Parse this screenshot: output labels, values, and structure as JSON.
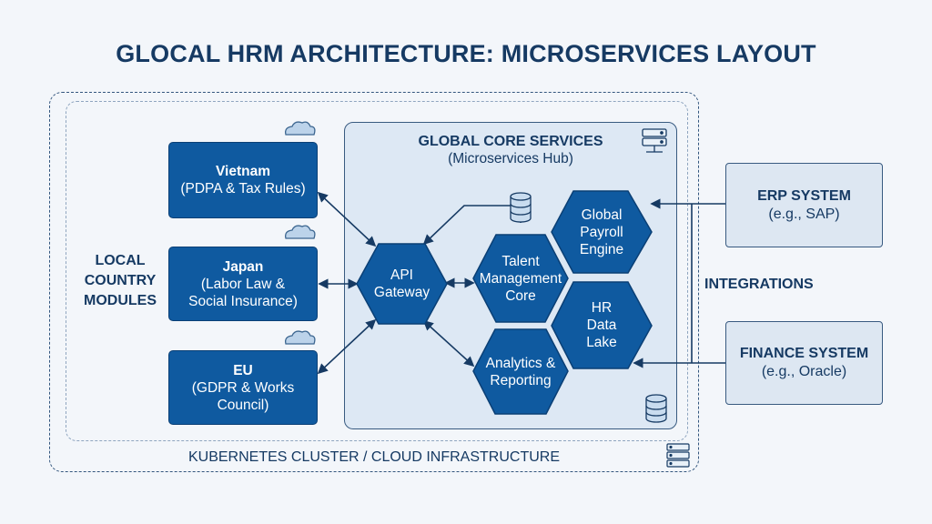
{
  "title": "GLOCAL HRM ARCHITECTURE: MICROSERVICES LAYOUT",
  "core": {
    "title": "GLOBAL CORE SERVICES",
    "subtitle": "(Microservices Hub)"
  },
  "local_label": [
    "LOCAL",
    "COUNTRY",
    "MODULES"
  ],
  "countries": [
    {
      "name": "Vietnam",
      "detail": [
        "(PDPA & Tax Rules)"
      ]
    },
    {
      "name": "Japan",
      "detail": [
        "(Labor Law &",
        "Social Insurance)"
      ]
    },
    {
      "name": "EU",
      "detail": [
        "(GDPR & Works",
        "Council)"
      ]
    }
  ],
  "services": {
    "api_gateway": [
      "API",
      "Gateway"
    ],
    "talent": [
      "Talent",
      "Management",
      "Core"
    ],
    "payroll": [
      "Global",
      "Payroll",
      "Engine"
    ],
    "datalake": [
      "HR",
      "Data",
      "Lake"
    ],
    "analytics": [
      "Analytics &",
      "Reporting"
    ]
  },
  "integrations": {
    "label": "INTEGRATIONS",
    "erp": {
      "name": "ERP SYSTEM",
      "detail": "(e.g., SAP)"
    },
    "finance": {
      "name": "FINANCE SYSTEM",
      "detail": "(e.g., Oracle)"
    }
  },
  "cluster_label": "KUBERNETES CLUSTER / CLOUD INFRASTRUCTURE",
  "colors": {
    "primary_blue": "#0f5aa0",
    "dark_navy": "#163a63",
    "panel": "#dde8f4",
    "background": "#f3f6fa"
  },
  "icons": [
    "cloud-icon",
    "server-rack-icon",
    "database-icon"
  ]
}
